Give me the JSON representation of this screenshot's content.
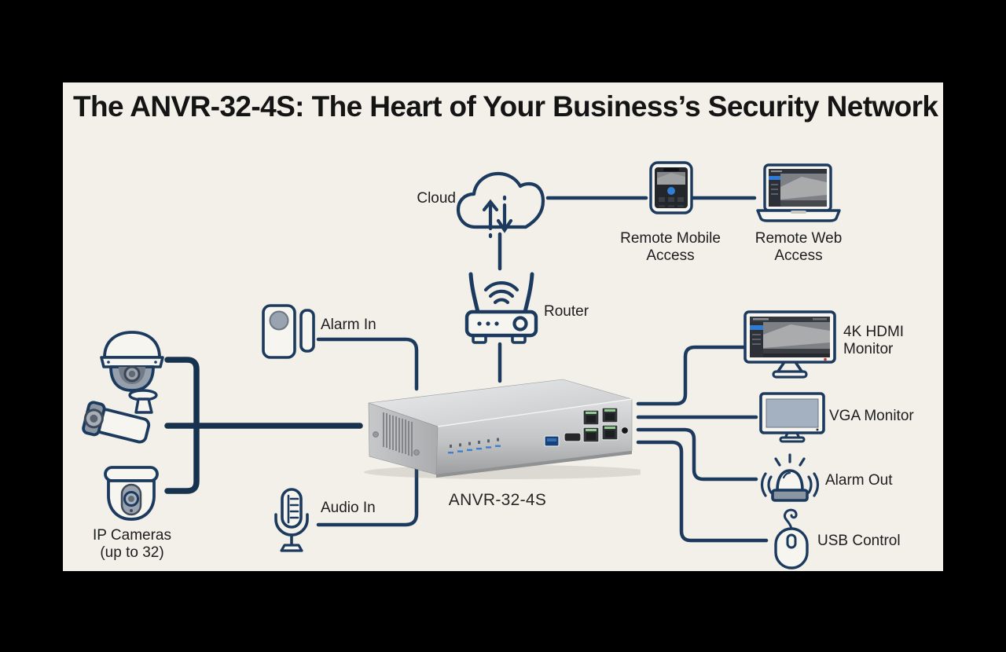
{
  "page": {
    "title": "The ANVR-32-4S: The Heart of Your Business’s Security Network",
    "colors": {
      "frame": "#000000",
      "canvas": "#f2f0e9",
      "line": "#1b3a5e",
      "icon_gray": "#96a0ac",
      "screen_dark": "#23262b",
      "accent_blue": "#2f7fd6",
      "title_text": "#141414",
      "label_text": "#1d1d1f"
    }
  },
  "nodes": {
    "cloud": {
      "label": "Cloud",
      "icon": "cloud-sync-icon"
    },
    "remote_mobile": {
      "label": "Remote Mobile Access",
      "icon": "smartphone-icon"
    },
    "remote_web": {
      "label": "Remote Web Access",
      "icon": "laptop-icon"
    },
    "router": {
      "label": "Router",
      "icon": "router-icon"
    },
    "alarm_in": {
      "label": "Alarm In",
      "icon": "door-sensor-icon"
    },
    "audio_in": {
      "label": "Audio In",
      "icon": "microphone-icon"
    },
    "ip_cameras": {
      "label": "IP Cameras",
      "sublabel": "(up to 32)",
      "icons": [
        "dome-camera-icon",
        "bullet-camera-icon",
        "ptz-camera-icon"
      ]
    },
    "device": {
      "label": "ANVR-32-4S",
      "icon": "nvr-device-image"
    },
    "hdmi_monitor": {
      "label": "4K HDMI Monitor",
      "icon": "monitor-4k-icon"
    },
    "vga_monitor": {
      "label": "VGA Monitor",
      "icon": "monitor-vga-icon"
    },
    "alarm_out": {
      "label": "Alarm Out",
      "icon": "siren-icon"
    },
    "usb_control": {
      "label": "USB Control",
      "icon": "mouse-icon"
    }
  }
}
